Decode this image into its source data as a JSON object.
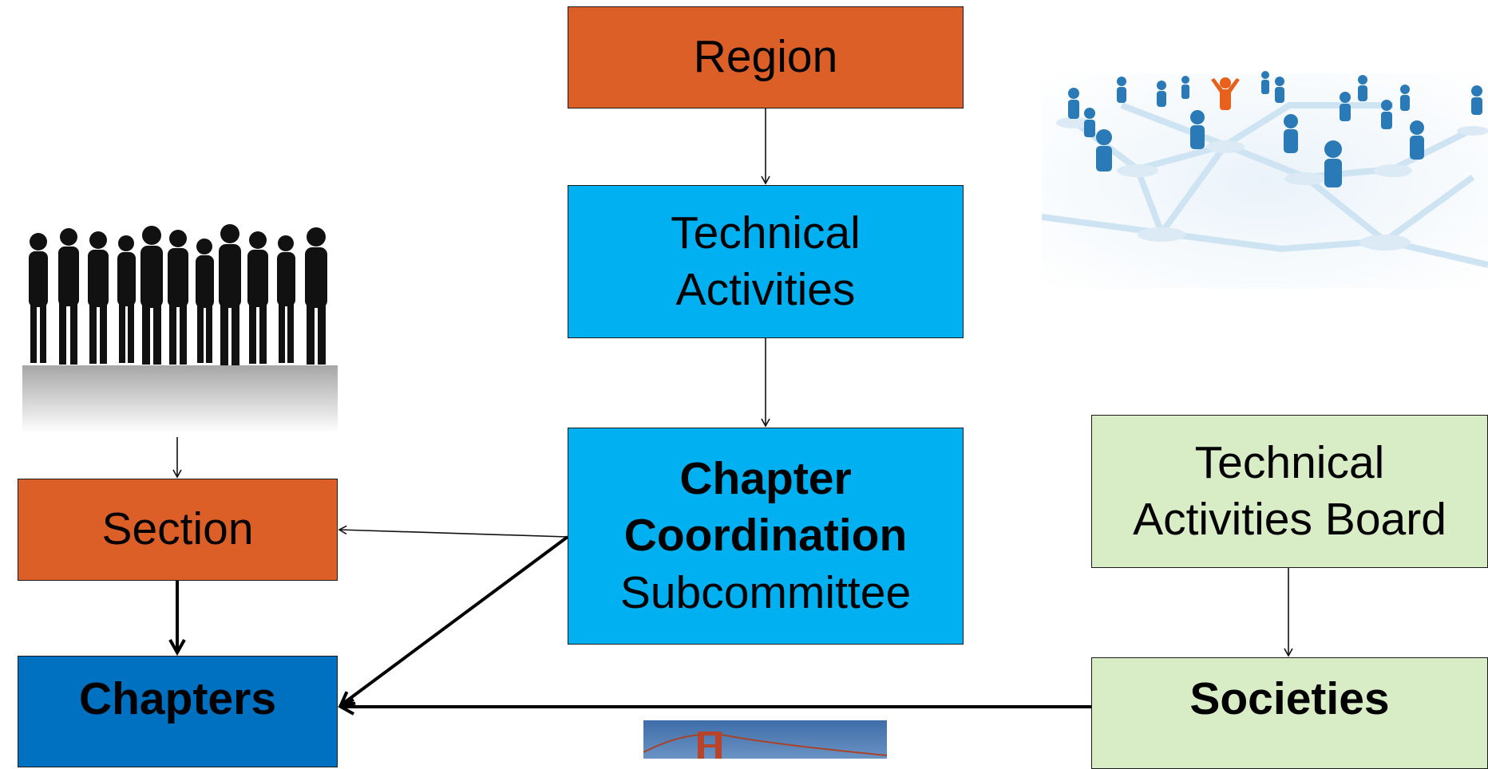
{
  "nodes": {
    "region": {
      "label": "Region"
    },
    "technical_activities": {
      "line1": "Technical",
      "line2": "Activities"
    },
    "chapter_coordination": {
      "line1": "Chapter",
      "line2": "Coordination",
      "line3": "Subcommittee"
    },
    "section": {
      "label": "Section"
    },
    "chapters": {
      "label": "Chapters"
    },
    "technical_activities_board": {
      "line1": "Technical",
      "line2": "Activities Board"
    },
    "societies": {
      "label": "Societies"
    }
  },
  "colors": {
    "orange": "#dd5f28",
    "cyan": "#00b0f0",
    "blue": "#0070c0",
    "green": "#d8ecc6"
  },
  "images": {
    "left": "crowd-silhouette",
    "top_right": "people-network",
    "bottom_center": "golden-gate-bridge"
  }
}
